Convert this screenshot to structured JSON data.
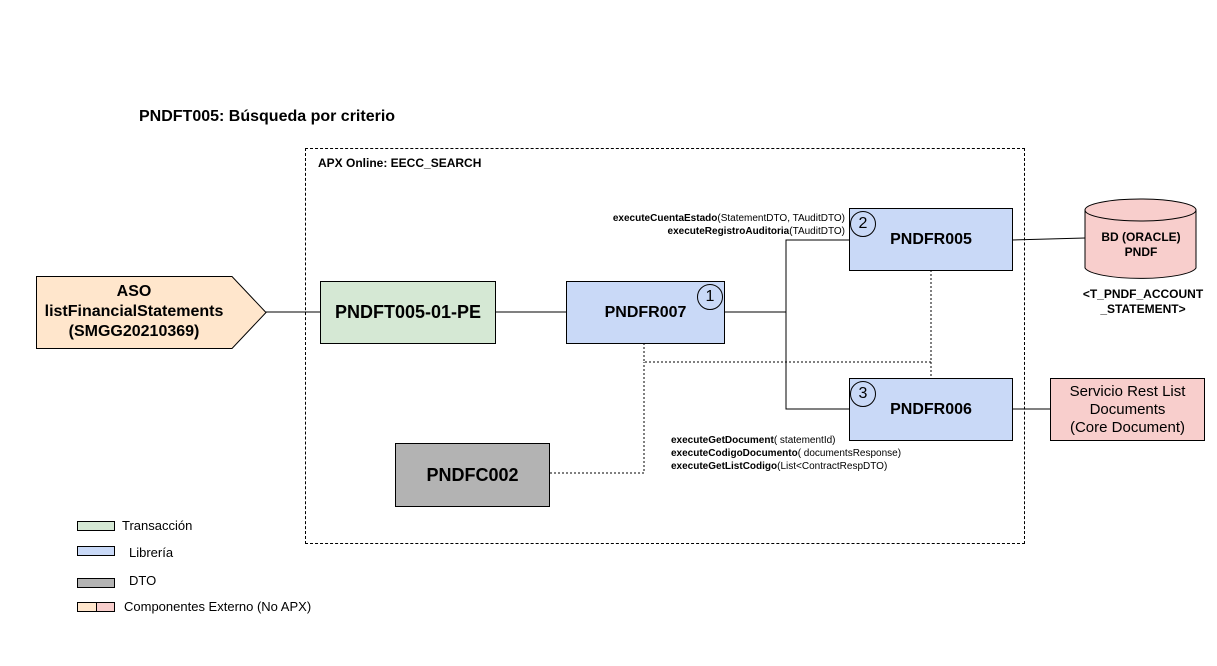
{
  "title": "PNDFT005: Búsqueda por criterio",
  "apx_container": {
    "label": "APX Online: EECC_SEARCH"
  },
  "aso": {
    "line1": "ASO",
    "line2": "listFinancialStatements",
    "line3": "(SMGG20210369)"
  },
  "nodes": {
    "transaction": "PNDFT005-01-PE",
    "pndfr007": "PNDFR007",
    "pndfr005": "PNDFR005",
    "pndfr006": "PNDFR006",
    "pndfc002": "PNDFC002"
  },
  "step_numbers": {
    "s1": "1",
    "s2": "2",
    "s3": "3"
  },
  "calls_pndfr005": [
    {
      "method": "executeCuentaEstado",
      "args": "(StatementDTO, TAuditDTO)"
    },
    {
      "method": "executeRegistroAuditoria",
      "args": "(TAuditDTO)"
    }
  ],
  "calls_pndfr006": [
    {
      "method": "executeGetDocument",
      "args": "( statementId)"
    },
    {
      "method": "executeCodigoDocumento",
      "args": "( documentsResponse)"
    },
    {
      "method": "executeGetListCodigo",
      "args": "(List<ContractRespDTO)"
    }
  ],
  "database": {
    "line1": "BD (ORACLE)",
    "line2": "PNDF",
    "table_line1": "<T_PNDF_ACCOUNT",
    "table_line2": "_STATEMENT>"
  },
  "rest_service": {
    "line1": "Servicio Rest List",
    "line2": "Documents",
    "line3": "(Core Document)"
  },
  "legend": [
    {
      "label": "Transacción",
      "color": "#d5e8d4"
    },
    {
      "label": "Librería",
      "color": "#c9d9f7"
    },
    {
      "label": "DTO",
      "color": "#b3b3b3"
    },
    {
      "label": "Componentes Externo (No APX)",
      "color_left": "#ffe6cc",
      "color_right": "#f8cecc"
    }
  ]
}
